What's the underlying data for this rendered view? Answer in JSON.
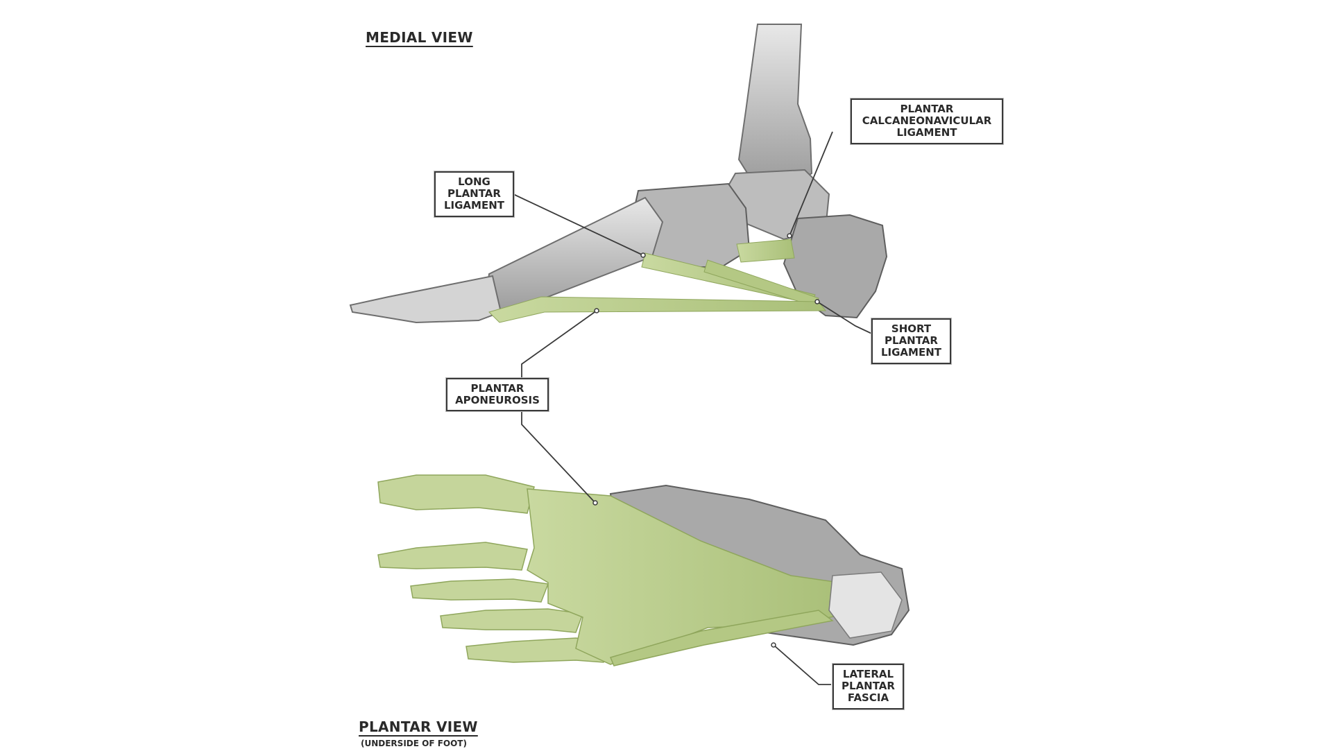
{
  "headings": {
    "medial_view": "MEDIAL VIEW",
    "plantar_view": "PLANTAR VIEW",
    "plantar_view_sub": "(UNDERSIDE OF FOOT)"
  },
  "labels": {
    "long_plantar": [
      "LONG",
      "PLANTAR",
      "LIGAMENT"
    ],
    "calcaneonavicular": [
      "PLANTAR",
      "CALCANEONAVICULAR",
      "LIGAMENT"
    ],
    "short_plantar": [
      "SHORT",
      "PLANTAR",
      "LIGAMENT"
    ],
    "aponeurosis": [
      "PLANTAR",
      "APONEUROSIS"
    ],
    "lateral_fascia": [
      "LATERAL",
      "PLANTAR",
      "FASCIA"
    ]
  },
  "colors": {
    "bone": "#cfcfcf",
    "bone_dark": "#7a7a7a",
    "ligament": "#b8cc8a",
    "line": "#3a3a3a"
  }
}
